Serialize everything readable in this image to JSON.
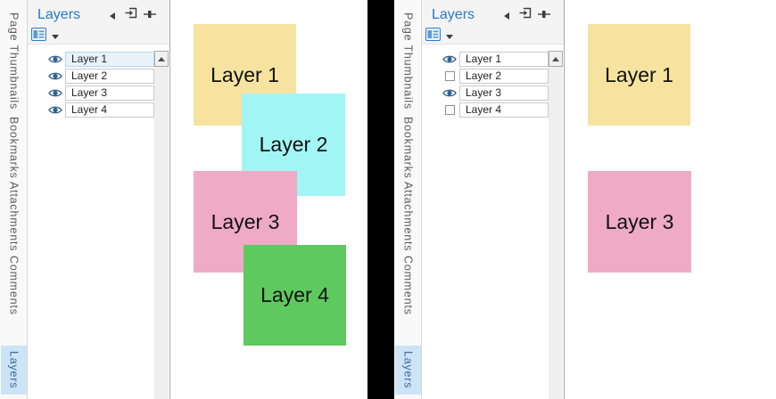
{
  "colors": {
    "accent_blue": "#2b7cd3",
    "panel_title_blue": "#2778c8",
    "tab_highlight": "#cde3f6",
    "selected_row_bg": "#e7f2fb",
    "eye_icon_blue": "#30618e",
    "divider_black": "#000000"
  },
  "views": {
    "left": {
      "sidebar_tabs": [
        {
          "label": "Page Thumbnails",
          "active": false
        },
        {
          "label": "Bookmarks",
          "active": false
        },
        {
          "label": "Attachments",
          "active": false
        },
        {
          "label": "Comments",
          "active": false
        },
        {
          "label": "Layers",
          "active": true
        }
      ],
      "layers_panel": {
        "title": "Layers",
        "layers": [
          {
            "name": "Layer 1",
            "visible": true,
            "selected": true
          },
          {
            "name": "Layer 2",
            "visible": true,
            "selected": false
          },
          {
            "name": "Layer 3",
            "visible": true,
            "selected": false
          },
          {
            "name": "Layer 4",
            "visible": true,
            "selected": false
          }
        ]
      },
      "canvas_squares": [
        {
          "label": "Layer 1",
          "color": "#f6e3a0"
        },
        {
          "label": "Layer 2",
          "color": "#a2f5f5"
        },
        {
          "label": "Layer 3",
          "color": "#efaac5"
        },
        {
          "label": "Layer 4",
          "color": "#5ec95e"
        }
      ]
    },
    "right": {
      "sidebar_tabs": [
        {
          "label": "Page Thumbnails",
          "active": false
        },
        {
          "label": "Bookmarks",
          "active": false
        },
        {
          "label": "Attachments",
          "active": false
        },
        {
          "label": "Comments",
          "active": false
        },
        {
          "label": "Layers",
          "active": true
        }
      ],
      "layers_panel": {
        "title": "Layers",
        "layers": [
          {
            "name": "Layer 1",
            "visible": true,
            "selected": false
          },
          {
            "name": "Layer 2",
            "visible": false,
            "selected": false
          },
          {
            "name": "Layer 3",
            "visible": true,
            "selected": false
          },
          {
            "name": "Layer 4",
            "visible": false,
            "selected": false
          }
        ]
      },
      "canvas_squares": [
        {
          "label": "Layer 1",
          "color": "#f6e3a0"
        },
        {
          "label": "Layer 3",
          "color": "#efaac5"
        }
      ]
    }
  }
}
